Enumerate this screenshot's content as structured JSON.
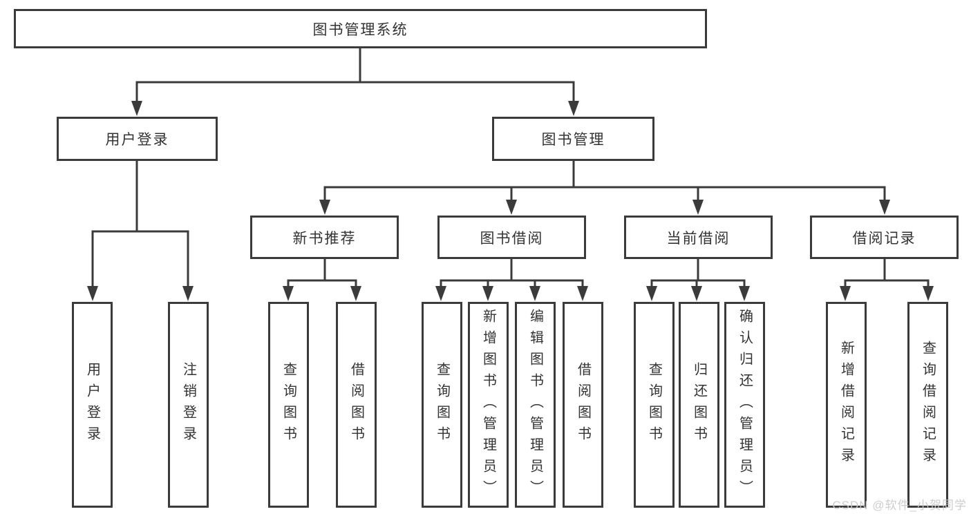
{
  "tree": {
    "root": "图书管理系统",
    "branches": [
      {
        "label": "用户登录",
        "children": [
          "用户登录",
          "注销登录"
        ]
      },
      {
        "label": "图书管理",
        "sections": [
          {
            "label": "新书推荐",
            "children": [
              "查询图书",
              "借阅图书"
            ]
          },
          {
            "label": "图书借阅",
            "children": [
              "查询图书",
              "新增图书（管理员）",
              "编辑图书（管理员）",
              "借阅图书"
            ]
          },
          {
            "label": "当前借阅",
            "children": [
              "查询图书",
              "归还图书",
              "确认归还（管理员）"
            ]
          },
          {
            "label": "借阅记录",
            "children": [
              "新增借阅记录",
              "查询借阅记录"
            ]
          }
        ]
      }
    ]
  },
  "watermark": "CSDN @软件_小贺同学",
  "colors": {
    "line": "#3b3b3b",
    "text": "#333333",
    "watermark": "#c9c9c9",
    "background": "#ffffff"
  }
}
